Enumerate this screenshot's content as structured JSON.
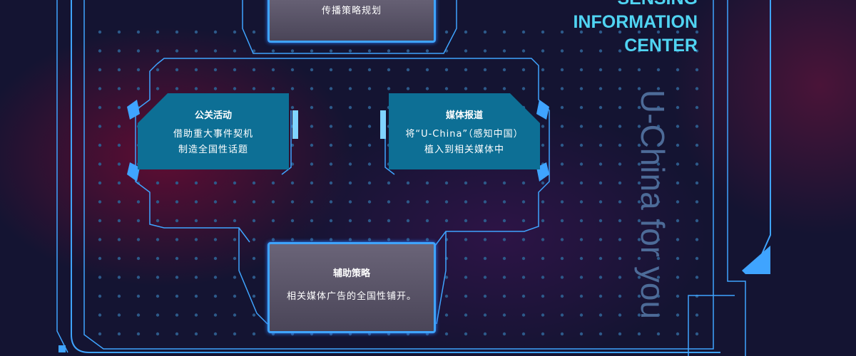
{
  "top_card": {
    "text": "传播策略规划"
  },
  "left_card": {
    "title": "公关活动",
    "lines": [
      "借助重大事件契机",
      "制造全国性话题"
    ]
  },
  "right_card": {
    "title": "媒体报道",
    "lines": [
      "将“U-China”（感知中国）",
      "植入到相关媒体中"
    ]
  },
  "bottom_card": {
    "title": "辅助策略",
    "text": "相关媒体广告的全国性铺开。"
  },
  "brand": {
    "lines": [
      "SENSING",
      "INFORMATION",
      "CENTER"
    ],
    "slogan": "U-China for you"
  },
  "colors": {
    "accent": "#3fa4ff",
    "card_teal": "#0d6f95",
    "brand_text": "#50d4f2"
  }
}
